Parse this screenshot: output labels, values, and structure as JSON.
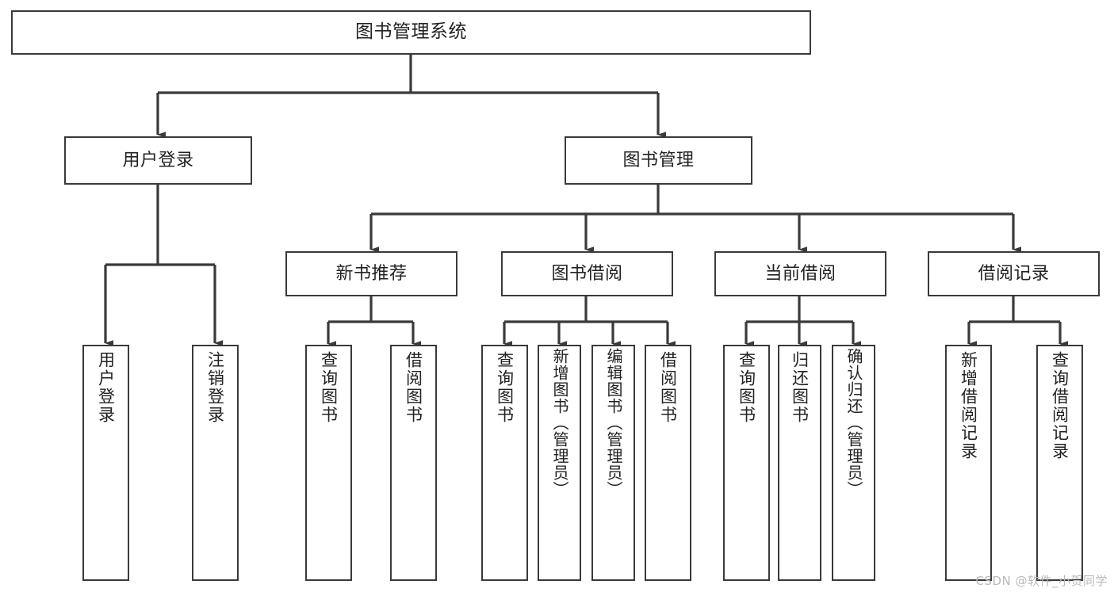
{
  "diagram": {
    "title": "图书管理系统",
    "type": "tree-hierarchy",
    "watermark": "CSDN @软件_小贺同学",
    "line_color": "#3a3a3a",
    "box_fill": "#ffffff",
    "text_color": "#222222",
    "levels": {
      "root": "图书管理系统",
      "level2": [
        "用户登录",
        "图书管理"
      ],
      "level3": [
        "新书推荐",
        "图书借阅",
        "当前借阅",
        "借阅记录"
      ]
    },
    "nodes": {
      "root": {
        "label": "图书管理系统"
      },
      "user_login": {
        "label": "用户登录"
      },
      "book_manage": {
        "label": "图书管理"
      },
      "new_book_rec": {
        "label": "新书推荐"
      },
      "book_borrow": {
        "label": "图书借阅"
      },
      "current_borrow": {
        "label": "当前借阅"
      },
      "borrow_record": {
        "label": "借阅记录"
      },
      "leaf_user_login": {
        "label": "用户登录"
      },
      "leaf_user_logout": {
        "label": "注销登录"
      },
      "leaf_query_book_1": {
        "label": "查询图书"
      },
      "leaf_borrow_book_1": {
        "label": "借阅图书"
      },
      "leaf_query_book_2": {
        "label": "查询图书"
      },
      "leaf_add_book_admin": {
        "label": "新增图书（管理员）"
      },
      "leaf_edit_book_admin": {
        "label": "编辑图书（管理员）"
      },
      "leaf_borrow_book_2": {
        "label": "借阅图书"
      },
      "leaf_query_book_3": {
        "label": "查询图书"
      },
      "leaf_return_book": {
        "label": "归还图书"
      },
      "leaf_confirm_return_admin": {
        "label": "确认归还（管理员）"
      },
      "leaf_add_borrow_record": {
        "label": "新增借阅记录"
      },
      "leaf_query_borrow_record": {
        "label": "查询借阅记录"
      }
    }
  }
}
